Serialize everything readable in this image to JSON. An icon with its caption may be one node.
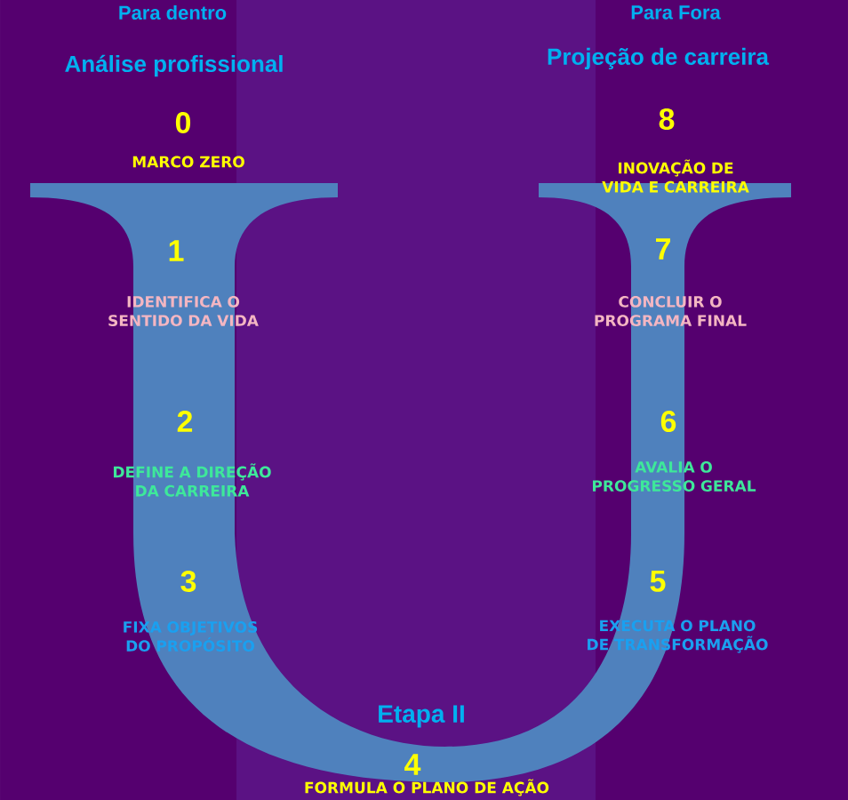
{
  "diagram": {
    "labels": [
      "Para dentro",
      "Para Fora",
      "Análise profissional",
      "Projeção de carreira",
      "0",
      "MARCO ZERO",
      "8",
      "INOVAÇÃO DE VIDA E CARREIRA",
      "1",
      "IDENTIFICA O SENTIDO DA VIDA",
      "7",
      "CONCLUIR O PROGRAMA FINAL",
      "2",
      "DEFINE A DIREÇÃO DA CARREIRA",
      "6",
      "AVALIA O PROGRESSO GERAL",
      "3",
      "FIXA OBJETIVOS DO PROPÓSITO",
      "5",
      "EXECUTA O PLANO DE TRANSFORMAÇÃO",
      "Etapa II",
      "4",
      "FORMULA O PLANO DE AÇÃO"
    ]
  }
}
